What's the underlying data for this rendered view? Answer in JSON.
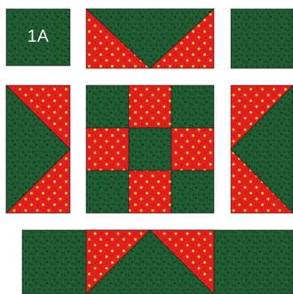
{
  "label": "1A",
  "colors": {
    "background": "#ffffff",
    "green": "#1f5a30",
    "red": "#e01e1e",
    "green_dots": "#0f3a1c",
    "red_dots": "#f0cf38",
    "seam": "#1a1a1a"
  },
  "fabrics": [
    "green-speckle-fabric",
    "red-dotted-fabric"
  ]
}
